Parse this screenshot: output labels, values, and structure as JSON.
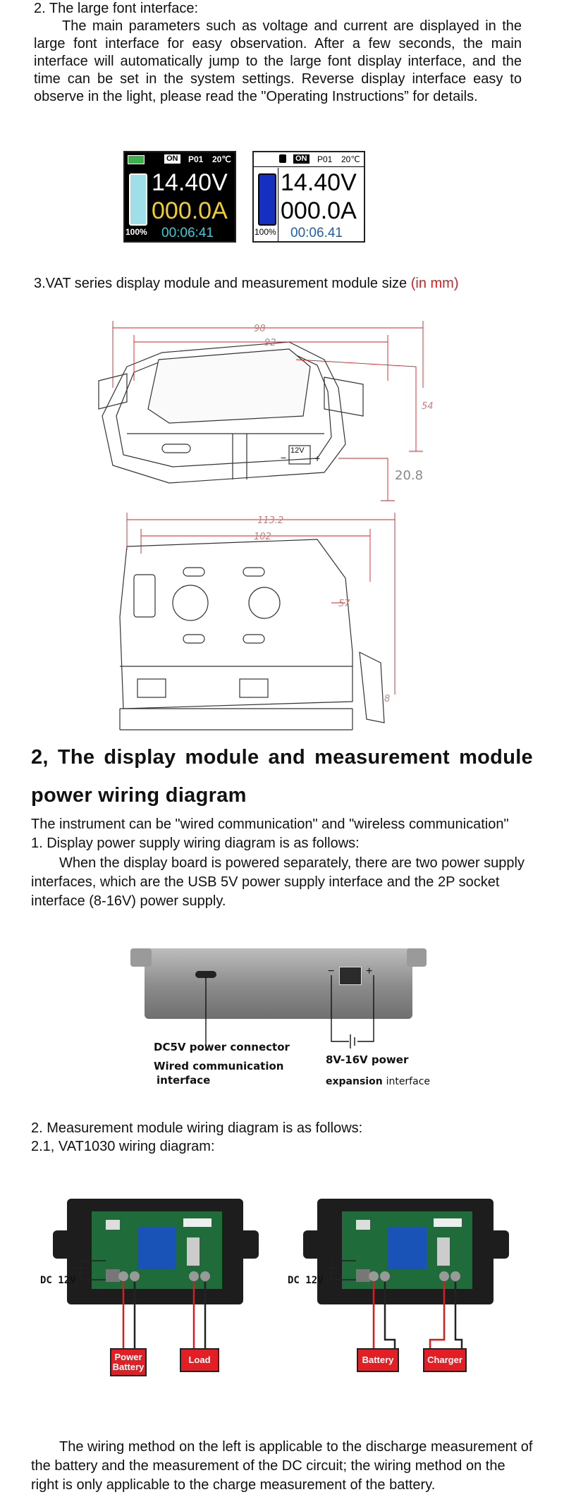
{
  "section_large_font": {
    "heading": "2. The large font interface:",
    "body": "The main parameters such as voltage and current are displayed in the large font interface for easy observation. After a few seconds, the main interface will automatically jump to the large font display interface, and the time can be set in the system settings. Reverse display interface easy to observe in the light, please read the \"Operating Instructions” for details."
  },
  "screens": [
    {
      "mode": "ON",
      "program": "P01",
      "temp": "20℃",
      "voltage": "14.40V",
      "current": "000.0A",
      "battery_pct": "100%",
      "time": "00:06:41",
      "theme": "dark"
    },
    {
      "mode": "ON",
      "program": "P01",
      "temp": "20℃",
      "voltage": "14.40V",
      "current": "000.0A",
      "battery_pct": "100%",
      "time": "00:06.41",
      "theme": "light"
    }
  ],
  "section_size": {
    "heading": "3.VAT series display module and measurement module size",
    "unit_note": "(in mm)",
    "dims_display": {
      "d98": "98",
      "d92": "92",
      "d54": "54",
      "d208": "20.8",
      "label_12v": "12V",
      "minus": "−",
      "plus": "+"
    },
    "dims_measure": {
      "d1132": "113.2",
      "d102": "102",
      "d57": "57",
      "d8": "8"
    }
  },
  "section_wiring": {
    "heading_line1": "2, The display module and measurement module",
    "heading_line2": "power wiring diagram",
    "intro": "The instrument can be \"wired communication\" and \"wireless communication\"",
    "sub1": "1. Display power supply wiring diagram is as follows:",
    "sub1_body": "When the display board is powered separately, there are two power supply interfaces, which are the USB 5V power supply interface and the 2P socket interface (8-16V) power supply.",
    "photo_labels": {
      "dc5v": "DC5V power connector",
      "wired1": "Wired communication",
      "wired2": "interface",
      "power": "8V-16V power",
      "expansion": "expansion",
      "interface": "interface",
      "minus": "−",
      "plus": "+"
    },
    "sub2": "2. Measurement module wiring diagram is as follows:",
    "sub21": "2.1, VAT1030 wiring diagram:",
    "left_diagram": {
      "dc": "DC  12V",
      "box1": "Power Battery",
      "box2": "Load"
    },
    "right_diagram": {
      "dc": "DC  12V",
      "box1": "Battery",
      "box2": "Charger"
    },
    "closing": "The wiring method on the left is applicable to the discharge measurement of the battery and the measurement of the DC circuit; the wiring method on the right is only applicable to the charge measurement of the battery."
  }
}
